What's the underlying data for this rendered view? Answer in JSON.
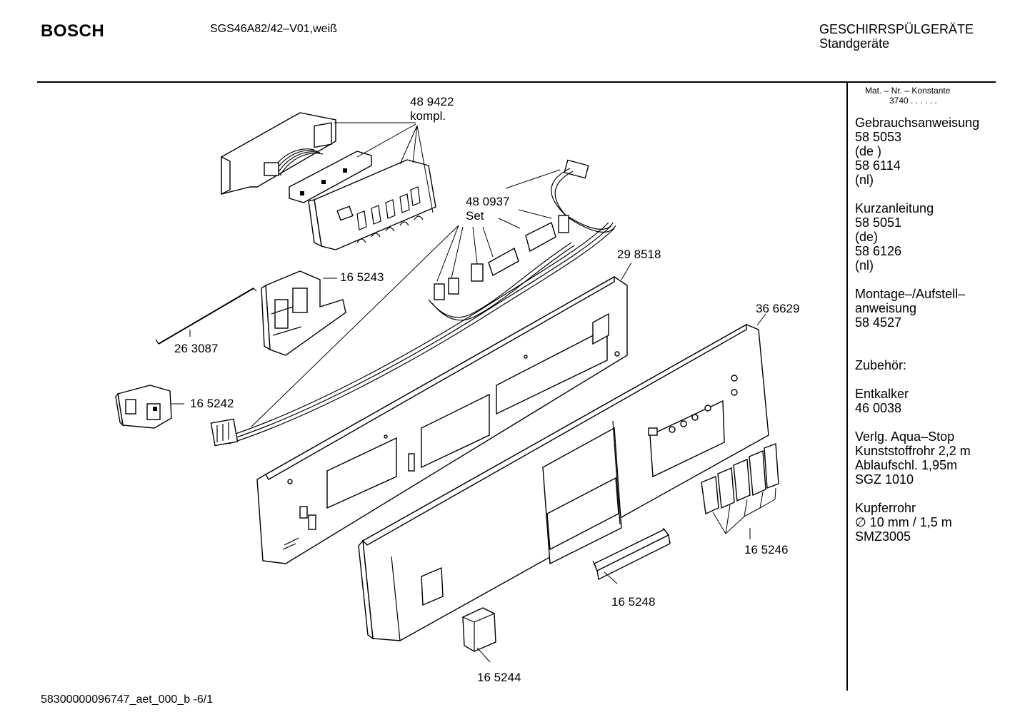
{
  "header": {
    "brand": "BOSCH",
    "model": "SGS46A82/42–V01,weiß",
    "category_line1": "GESCHIRRSPÜLGERÄTE",
    "category_line2": "Standgeräte"
  },
  "sidebar": {
    "mat_header": "Mat. – Nr. – Konstante",
    "mat_value": "3740 . .  . . . .",
    "blocks": [
      {
        "lines": [
          "Gebrauchsanweisung",
          "58 5053",
          "(de )",
          "58 6114",
          "(nl)"
        ]
      },
      {
        "lines": [
          "Kurzanleitung",
          "58 5051",
          "(de)",
          "58 6126",
          "(nl)"
        ]
      },
      {
        "lines": [
          "Montage–/Aufstell–",
          "anweisung",
          "58 4527"
        ]
      },
      {
        "lines": [
          "Zubehör:"
        ]
      },
      {
        "lines": [
          "Entkalker",
          "46 0038"
        ]
      },
      {
        "lines": [
          "Verlg. Aqua–Stop",
          "Kunststoffrohr 2,2 m",
          "Ablaufschl. 1,95m",
          "SGZ 1010"
        ]
      },
      {
        "lines": [
          "Kupferrohr",
          "∅ 10 mm / 1,5 m",
          "SMZ3005"
        ]
      }
    ]
  },
  "part_labels": {
    "p489422": "48 9422",
    "p489422_sub": "kompl.",
    "p480937": "48 0937",
    "p480937_sub": "Set",
    "p165243": "16 5243",
    "p263087": "26 3087",
    "p165242": "16 5242",
    "p298518": "29 8518",
    "p366629": "36 6629",
    "p165246": "16 5246",
    "p165248": "16 5248",
    "p165244": "16 5244"
  },
  "footer": {
    "doc_id": "58300000096747_aet_000_b  -6/1"
  }
}
